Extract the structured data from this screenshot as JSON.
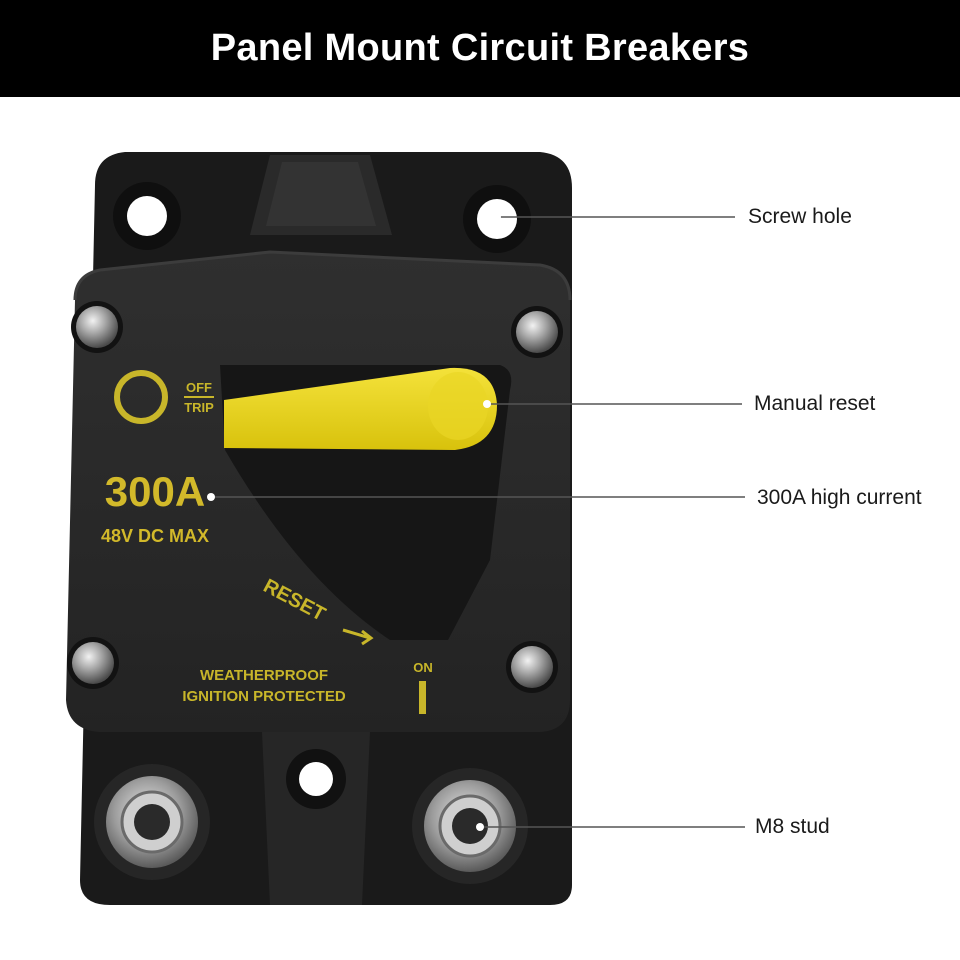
{
  "header": {
    "title": "Panel Mount Circuit Breakers"
  },
  "product": {
    "rating": "300A",
    "voltage": "48V DC MAX",
    "off_label": "OFF",
    "trip_label": "TRIP",
    "reset_label": "RESET",
    "on_label": "ON",
    "weatherproof_label": "WEATHERPROOF",
    "ignition_label": "IGNITION PROTECTED"
  },
  "callouts": [
    {
      "label": "Screw hole"
    },
    {
      "label": "Manual reset"
    },
    {
      "label": "300A high current"
    },
    {
      "label": "M8 stud"
    }
  ],
  "colors": {
    "banner": "#000000",
    "body": "#1c1c1c",
    "face": "#2b2b2b",
    "accent": "#e6d21a",
    "label_ink": "#c8b62a"
  }
}
